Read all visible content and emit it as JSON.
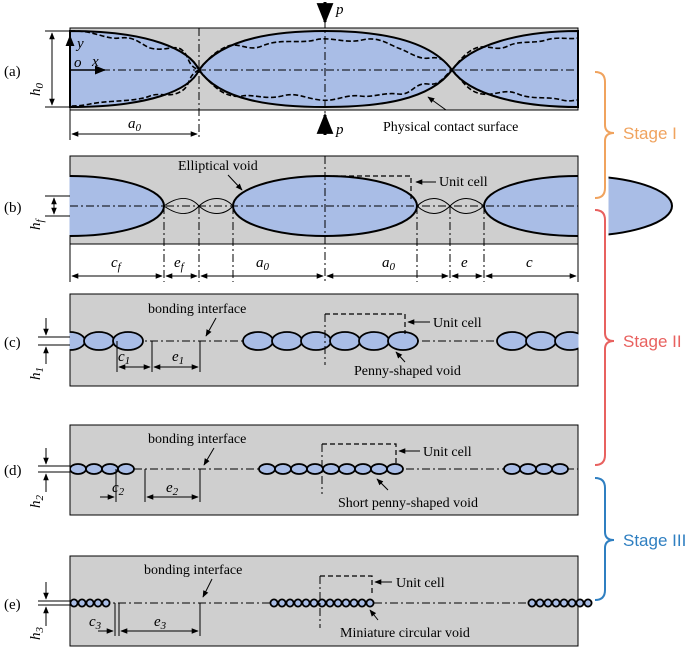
{
  "panels": {
    "a": {
      "label": "(a)",
      "h": "h",
      "h_sub": "0",
      "a": "a",
      "a_sub": "0",
      "p_top": "p",
      "p_bottom": "p",
      "axis_y": "y",
      "axis_o": "o",
      "axis_x": "x",
      "contact_text": "Physical contact surface"
    },
    "b": {
      "label": "(b)",
      "h": "h",
      "h_sub": "f",
      "void_text": "Elliptical void",
      "unit_text": "Unit cell",
      "dims": [
        {
          "s": "c",
          "sub": "f"
        },
        {
          "s": "e",
          "sub": "f"
        },
        {
          "s": "a",
          "sub": "0"
        },
        {
          "s": "a",
          "sub": "0"
        },
        {
          "s": "e",
          "sub": ""
        },
        {
          "s": "c",
          "sub": ""
        }
      ]
    },
    "c": {
      "label": "(c)",
      "h": "h",
      "h_sub": "1",
      "bond_text": "bonding interface",
      "unit_text": "Unit cell",
      "void_text": "Penny-shaped void",
      "c": "c",
      "c_sub": "1",
      "e": "e",
      "e_sub": "1"
    },
    "d": {
      "label": "(d)",
      "h": "h",
      "h_sub": "2",
      "bond_text": "bonding interface",
      "unit_text": "Unit cell",
      "void_text": "Short penny-shaped void",
      "c": "c",
      "c_sub": "2",
      "e": "e",
      "e_sub": "2"
    },
    "e": {
      "label": "(e)",
      "h": "h",
      "h_sub": "3",
      "bond_text": "bonding interface",
      "unit_text": "Unit cell",
      "void_text": "Miniature circular void",
      "c": "c",
      "c_sub": "3",
      "e": "e",
      "e_sub": "3"
    }
  },
  "stages": [
    {
      "label": "Stage I",
      "color": "#f0a35e"
    },
    {
      "label": "Stage II",
      "color": "#e8615f"
    },
    {
      "label": "Stage III",
      "color": "#2f7fc1"
    }
  ],
  "colors": {
    "void_fill": "#a9bde6",
    "matrix_fill": "#cfcfcf"
  }
}
